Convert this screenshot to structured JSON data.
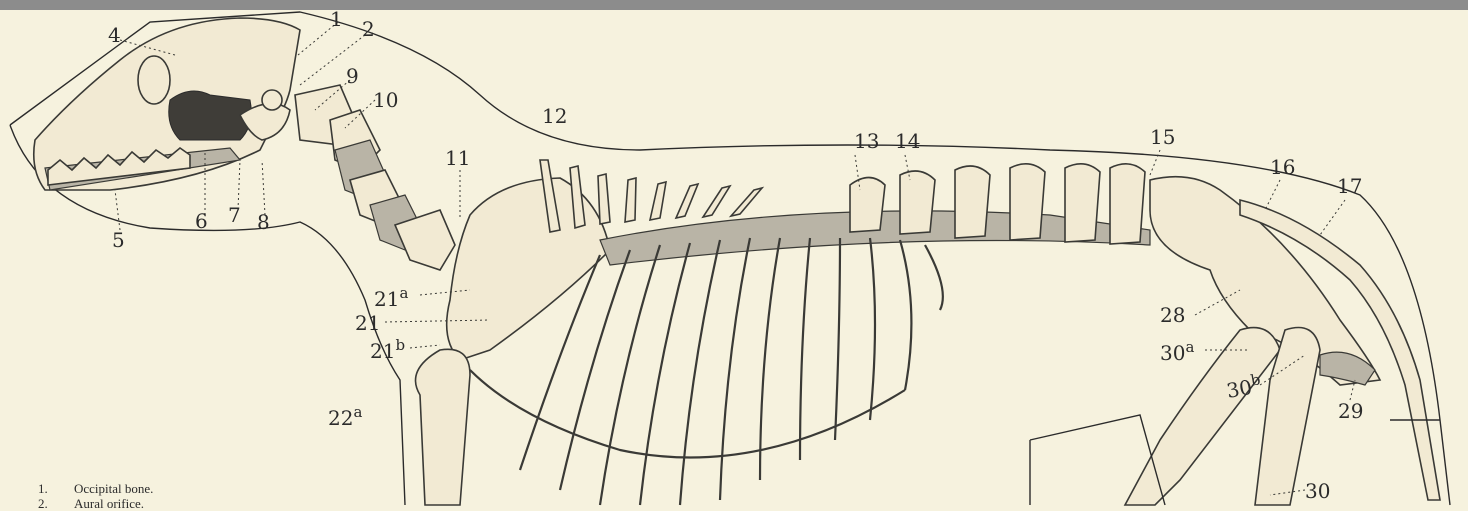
{
  "labels": {
    "l1": "1",
    "l2": "2",
    "l4": "4",
    "l5": "5",
    "l6": "6",
    "l7": "7",
    "l8": "8",
    "l9": "9",
    "l10": "10",
    "l11": "11",
    "l12": "12",
    "l13": "13",
    "l14": "14",
    "l15": "15",
    "l16": "16",
    "l17": "17",
    "l21": "21",
    "l21a": "21",
    "l21a_sup": "a",
    "l21b": "21",
    "l21b_sup": "b",
    "l22a": "22",
    "l22a_sup": "a",
    "l28": "28",
    "l29": "29",
    "l30": "30",
    "l30a": "30",
    "l30a_sup": "a",
    "l30b": "30",
    "l30b_sup": "b"
  },
  "legend": [
    {
      "num": "1.",
      "text": "Occipital bone."
    },
    {
      "num": "2.",
      "text": "Aural orifice."
    }
  ],
  "colors": {
    "frame": "#8c8c8c",
    "paper": "#f6f2de",
    "bone": "#f2ead3",
    "ink": "#2b2b2b"
  }
}
